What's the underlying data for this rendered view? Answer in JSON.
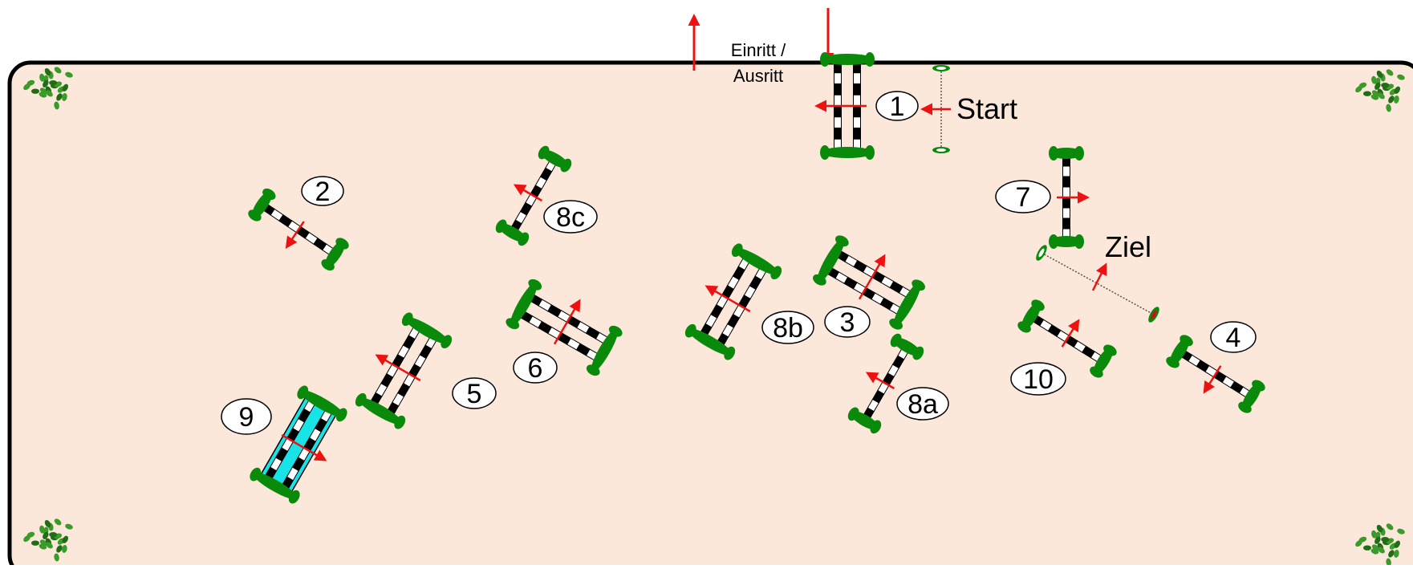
{
  "course": {
    "entrance_line1": "Einritt /",
    "entrance_line2": "Ausritt",
    "start_label": "Start",
    "finish_label": "Ziel",
    "arena_color": "#fce8da",
    "border_color": "#000000",
    "pole_dark": "#000000",
    "pole_light": "#ffffff",
    "stand_color": "#0a8a0a",
    "arrow_color": "#ee1111",
    "water_color": "#18e4e8",
    "tree_color": "#3a9a2a",
    "jump_labels": [
      "1",
      "2",
      "3",
      "4",
      "5",
      "6",
      "7",
      "8a",
      "8b",
      "8c",
      "9",
      "10"
    ]
  }
}
